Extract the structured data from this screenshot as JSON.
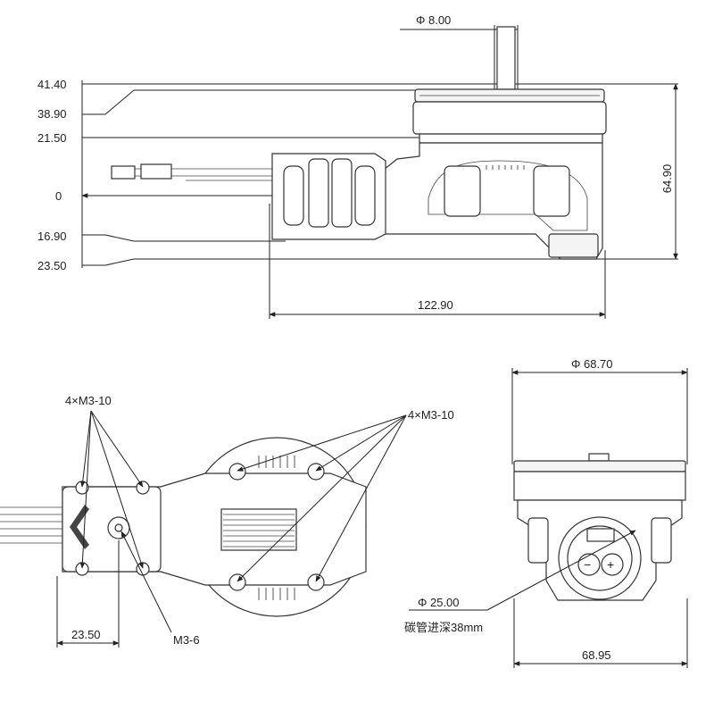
{
  "side_view": {
    "phi_shaft": "Φ 8.00",
    "heights": {
      "h1": "41.40",
      "h2": "38.90",
      "h3": "21.50",
      "h4": "0",
      "h5": "16.90",
      "h6": "23.50"
    },
    "total_height": "64.90",
    "length": "122.90"
  },
  "bottom_view": {
    "holes_left": "4×M3-10",
    "holes_right": "4×M3-10",
    "center_hole": "M3-6",
    "offset": "23.50"
  },
  "front_view": {
    "phi_motor": "Φ 68.70",
    "phi_tube": "Φ 25.00",
    "tube_depth": "碳管进深38mm",
    "width": "68.95"
  }
}
